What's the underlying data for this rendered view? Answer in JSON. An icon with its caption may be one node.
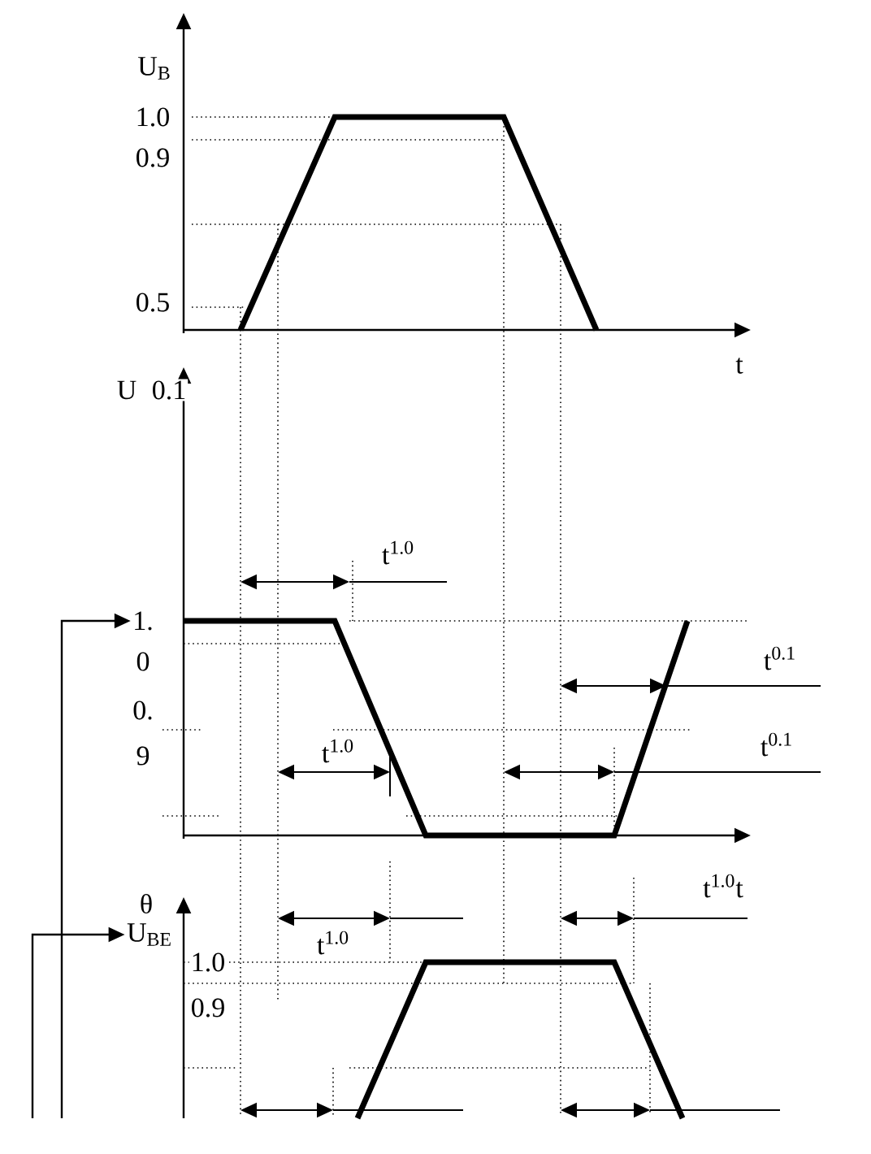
{
  "diagram": {
    "nodes": [
      {
        "text": [
          "1."
        ]
      },
      {
        "text": [
          "U$_{BE}$"
        ]
      }
    ],
    "edges": [
      {
        "from": null,
        "to": 0,
        "arrow": "to"
      },
      {
        "from": null,
        "to": 1,
        "arrow": "to"
      }
    ],
    "labels": [
      "U$_{B}$",
      "1.0",
      "0.9",
      "0.5",
      "t",
      "U",
      "0.1",
      "t$^{1.0}$",
      "0",
      "t$^{0.1}$",
      "0.",
      "9",
      "t$^{1.0}$",
      "t$^{0.1}$",
      "θ",
      "t$^{1.0}$t",
      "t$^{1.0}$",
      "1.0",
      "0.9"
    ]
  }
}
